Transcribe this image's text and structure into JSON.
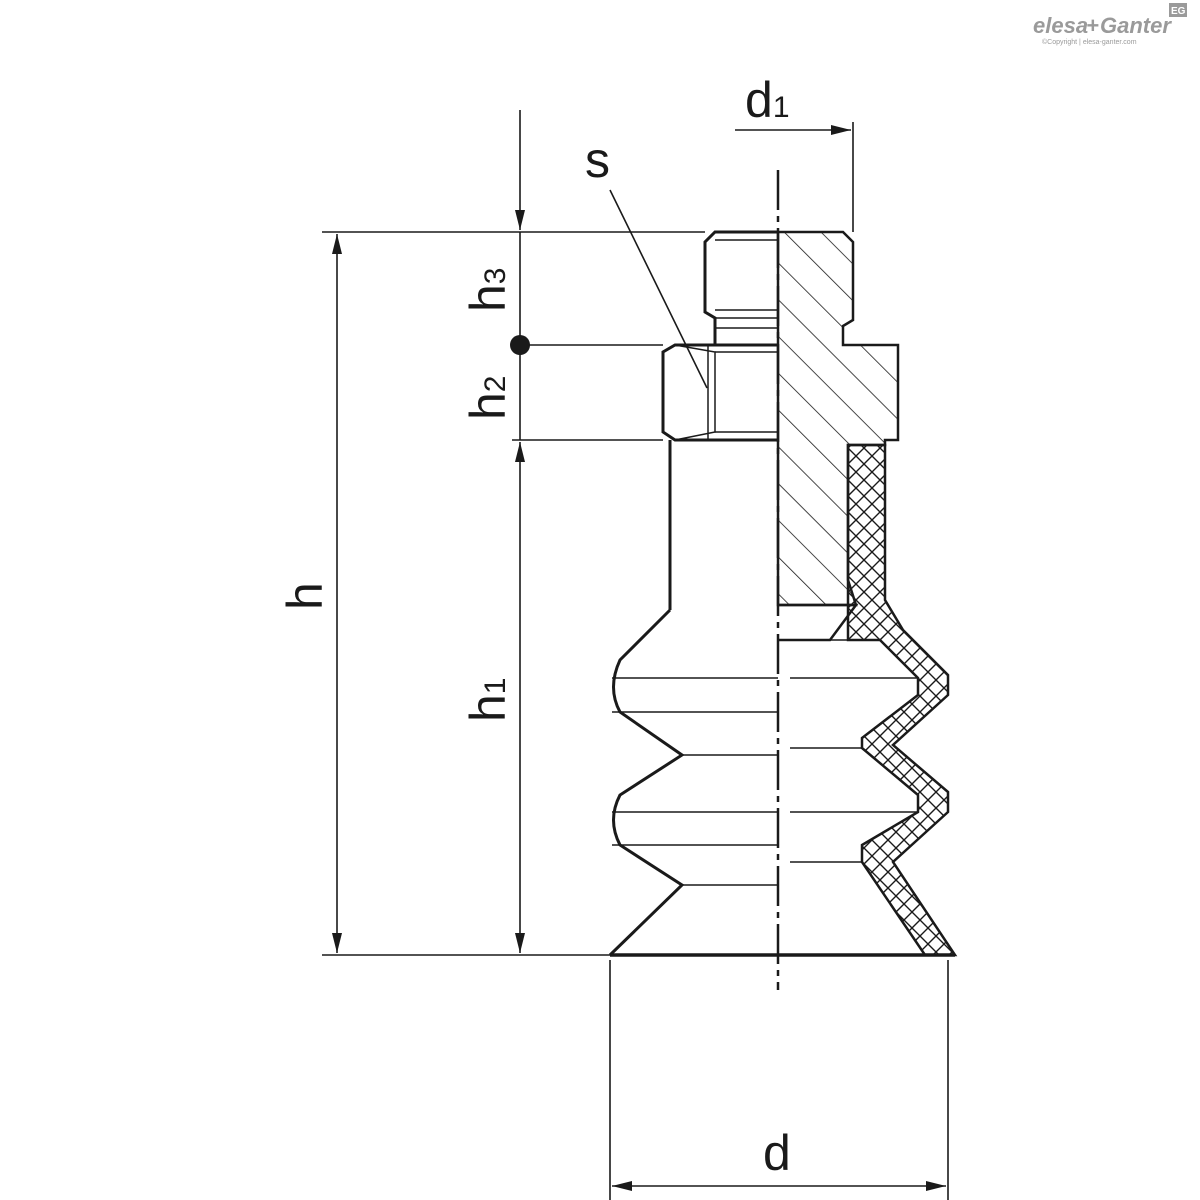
{
  "brand": {
    "name_part1": "elesa",
    "name_sep": "+",
    "name_part2": "Ganter",
    "badge": "EG",
    "copyright": "©Copyright | elesa-ganter.com",
    "color": "#9a9a9a"
  },
  "dimensions": {
    "d1": {
      "main": "d",
      "sub": "1"
    },
    "s": {
      "main": "s"
    },
    "h3": {
      "main": "h",
      "sub": "3"
    },
    "h2": {
      "main": "h",
      "sub": "2"
    },
    "h": {
      "main": "h"
    },
    "h1": {
      "main": "h",
      "sub": "1"
    },
    "d": {
      "main": "d"
    }
  },
  "colors": {
    "line": "#1a1a1a",
    "background": "#ffffff"
  }
}
